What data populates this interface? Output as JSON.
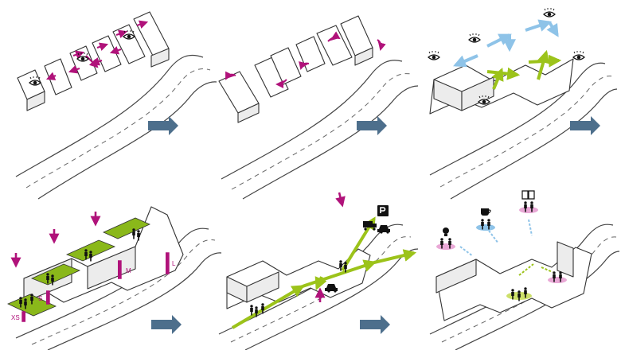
{
  "panels": [
    {
      "id": "p1"
    },
    {
      "id": "p2"
    },
    {
      "id": "p3"
    },
    {
      "id": "p4"
    },
    {
      "id": "p5"
    },
    {
      "id": "p6"
    }
  ],
  "labels": {
    "size_xs": "XS",
    "size_s": "S",
    "size_m": "M",
    "size_l": "L"
  },
  "icons": [
    "eye-icon",
    "people-icon",
    "parking-icon",
    "truck-icon",
    "car-icon",
    "lightbulb-icon",
    "coffee-icon",
    "book-icon",
    "arrow-right-icon"
  ],
  "colors": {
    "accent_magenta": "#b0127a",
    "view_blue": "#8ec3e8",
    "green": "#9cc31a",
    "step_arrow": "#4d6f8c"
  }
}
